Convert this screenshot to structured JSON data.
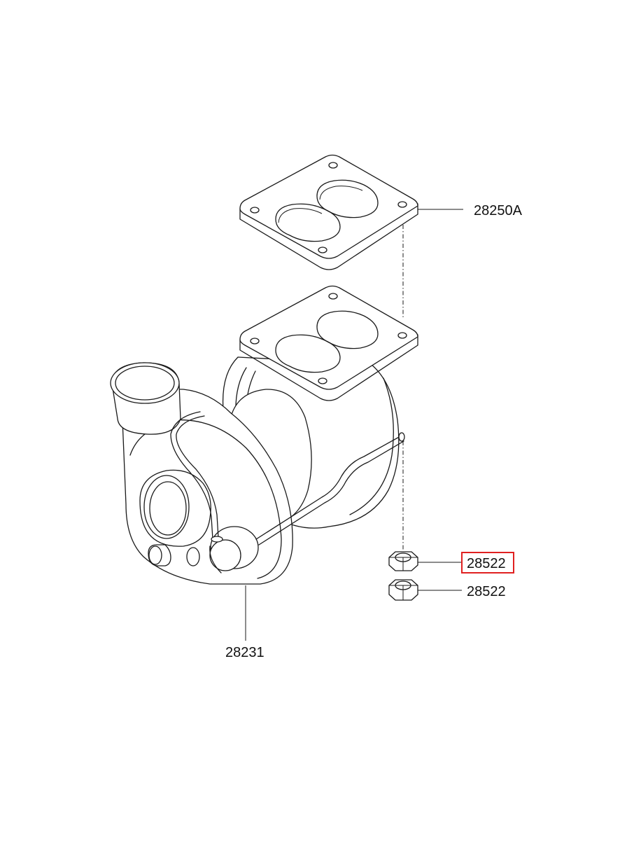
{
  "diagram": {
    "parts": [
      {
        "id": "gasket",
        "part_number": "28250A",
        "highlighted": false
      },
      {
        "id": "turbocharger",
        "part_number": "28231",
        "highlighted": false
      },
      {
        "id": "nut-upper",
        "part_number": "28522",
        "highlighted": true
      },
      {
        "id": "nut-lower",
        "part_number": "28522",
        "highlighted": false
      }
    ],
    "highlight_color": "#e02020",
    "line_color": "#1a1a1a"
  }
}
